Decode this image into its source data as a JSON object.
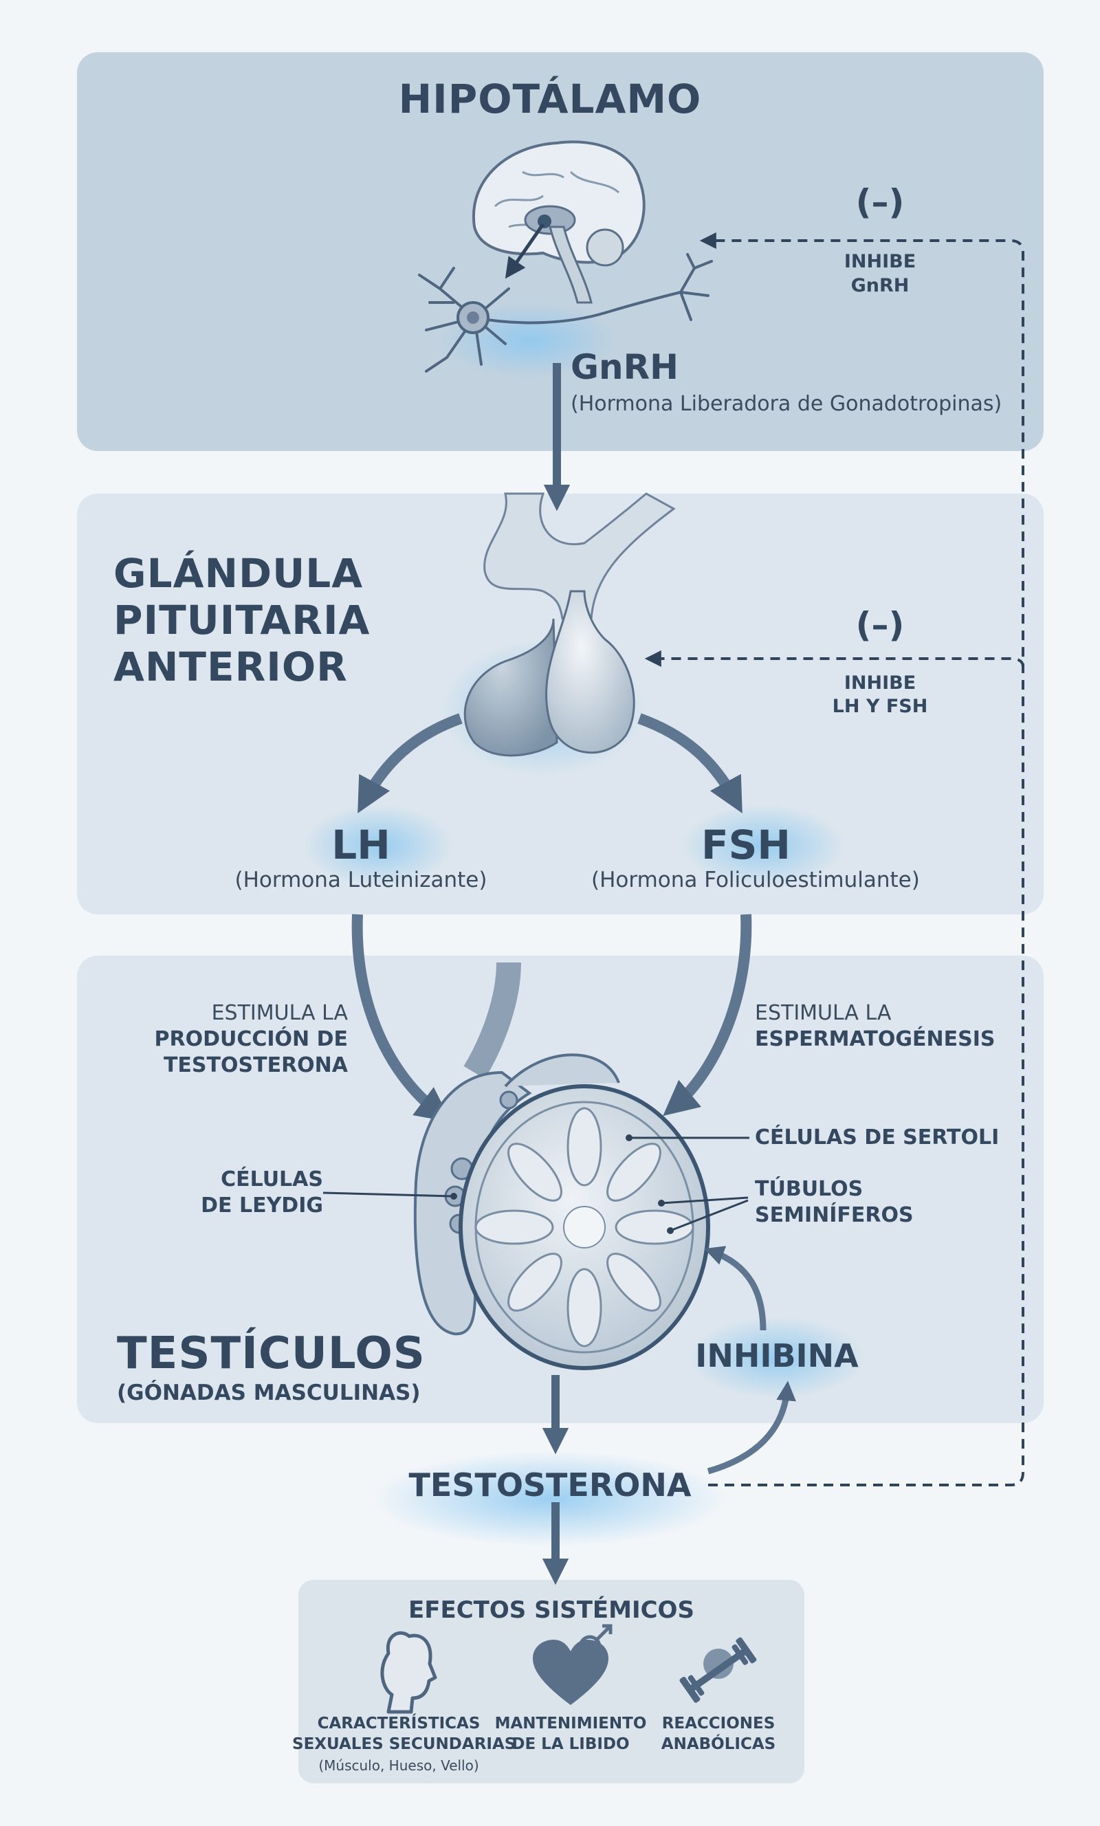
{
  "hypothalamus": {
    "title": "HIPOTÁLAMO",
    "hormone": "GnRH",
    "hormone_full": "(Hormona Liberadora de Gonadotropinas)",
    "feedback_sign": "(–)",
    "feedback_line1": "INHIBE",
    "feedback_line2": "GnRH"
  },
  "pituitary": {
    "title_line1": "GLÁNDULA",
    "title_line2": "PITUITARIA",
    "title_line3": "ANTERIOR",
    "feedback_sign": "(–)",
    "feedback_line1": "INHIBE",
    "feedback_line2": "LH Y FSH",
    "lh": "LH",
    "lh_full": "(Hormona Luteinizante)",
    "fsh": "FSH",
    "fsh_full": "(Hormona Foliculoestimulante)"
  },
  "testes": {
    "lh_action_line1": "ESTIMULA LA",
    "lh_action_line2": "PRODUCCIÓN DE",
    "lh_action_line3": "TESTOSTERONA",
    "fsh_action_line1": "ESTIMULA LA",
    "fsh_action_line2": "ESPERMATOGÉNESIS",
    "leydig_line1": "CÉLULAS",
    "leydig_line2": "DE LEYDIG",
    "sertoli": "CÉLULAS DE SERTOLI",
    "tubules_line1": "TÚBULOS",
    "tubules_line2": "SEMINÍFEROS",
    "title": "TESTÍCULOS",
    "subtitle": "(GÓNADAS MASCULINAS)",
    "inhibin": "INHIBINA"
  },
  "testosterone": "TESTOSTERONA",
  "effects": {
    "title": "EFECTOS SISTÉMICOS",
    "items": [
      {
        "icon": "male-head-icon",
        "line1": "CARACTERÍSTICAS",
        "line2": "SEXUALES SECUNDARIAS",
        "note": "(Músculo, Hueso, Vello)"
      },
      {
        "icon": "heart-male-symbol-icon",
        "line1": "MANTENIMIENTO",
        "line2": "DE LA LIBIDO",
        "note": ""
      },
      {
        "icon": "dumbbell-icon",
        "line1": "REACCIONES",
        "line2": "ANABÓLICAS",
        "note": ""
      }
    ]
  },
  "colors": {
    "text_dark": "#34495f",
    "arrow": "#4f6680",
    "panel_top": "#c2d2df",
    "panel": "#dde6ee",
    "glow": "#8cc8f0"
  }
}
